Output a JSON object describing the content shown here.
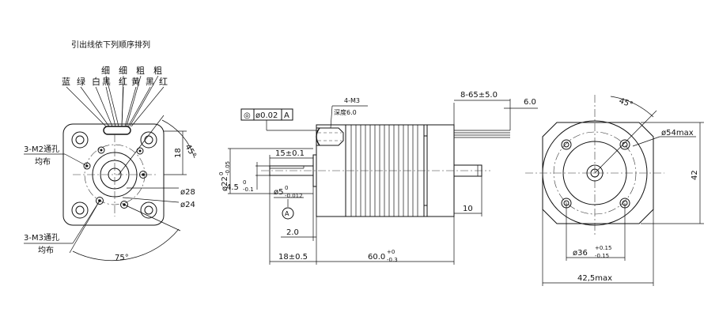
{
  "front_view": {
    "lead_order_note": "引出线依下列顺序排列",
    "wire_top": [
      "细",
      "细",
      "粗",
      "粗"
    ],
    "wire_bottom": [
      "蓝",
      "绿",
      "白",
      "黑",
      "红",
      "黄",
      "黑",
      "红"
    ],
    "m2_holes": "3-M2通孔",
    "m2_even": "均布",
    "m3_holes": "3-M3通孔",
    "m3_even": "均布",
    "angle_top": "45°",
    "height_18": "18",
    "dia_28": "ø28",
    "dia_24": "ø24",
    "angle_bottom": "75°"
  },
  "side_view": {
    "tolerance_symbol": "◎",
    "tolerance_value": "ø0.02",
    "datum_ref": "A",
    "datum_label": "A",
    "tap_holes": "4-M3",
    "tap_depth": "深度6.0",
    "lead_length": "8-65±5.0",
    "strip_length": "6.0",
    "dim_15": "15±0.1",
    "dia_22": "ø22",
    "dia_22_tol_upper": "0",
    "dia_22_tol_lower": "-0.05",
    "flat_4_5": "4.5",
    "flat_tol_upper": "0",
    "flat_tol_lower": "-0.1",
    "dia_5": "ø5",
    "dia_5_tol_upper": "0",
    "dia_5_tol_lower": "-0.012",
    "rear_shaft_10": "10",
    "boss_2": "2.0",
    "shaft_18": "18±0.5",
    "body_60": "60.0",
    "body_tol_upper": "+0",
    "body_tol_lower": "-0.3"
  },
  "rear_view": {
    "angle": "45°",
    "dia_54": "ø54max",
    "height_42": "42",
    "dia_36": "ø36",
    "dia_36_tol_upper": "+0.15",
    "dia_36_tol_lower": "-0.15",
    "width_42_5": "42,5max"
  }
}
